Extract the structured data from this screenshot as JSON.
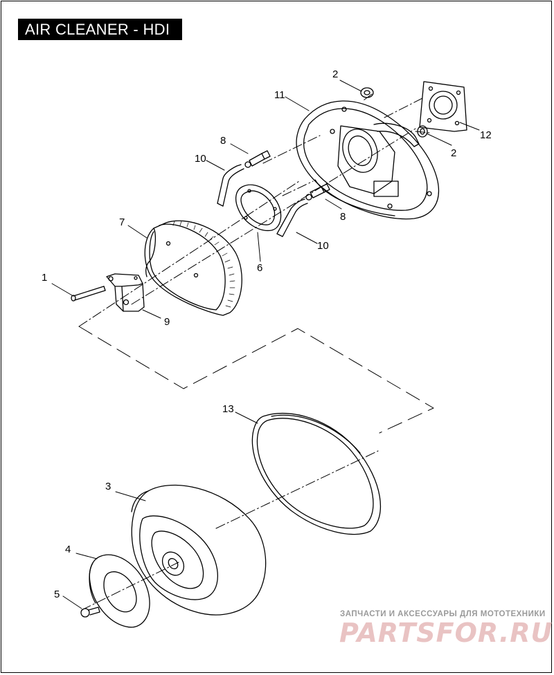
{
  "title": "AIR CLEANER - HDI",
  "callouts": {
    "c1": "1",
    "c2a": "2",
    "c2b": "2",
    "c3": "3",
    "c4": "4",
    "c5": "5",
    "c6": "6",
    "c7": "7",
    "c8a": "8",
    "c8b": "8",
    "c9": "9",
    "c10a": "10",
    "c10b": "10",
    "c11": "11",
    "c12": "12",
    "c13": "13"
  },
  "watermark": {
    "subtitle": "ЗАПЧАСТИ И АКСЕССУАРЫ ДЛЯ МОТОТЕХНИКИ",
    "brand": "PARTSFOR.RU",
    "color": "#e9c3c3"
  }
}
